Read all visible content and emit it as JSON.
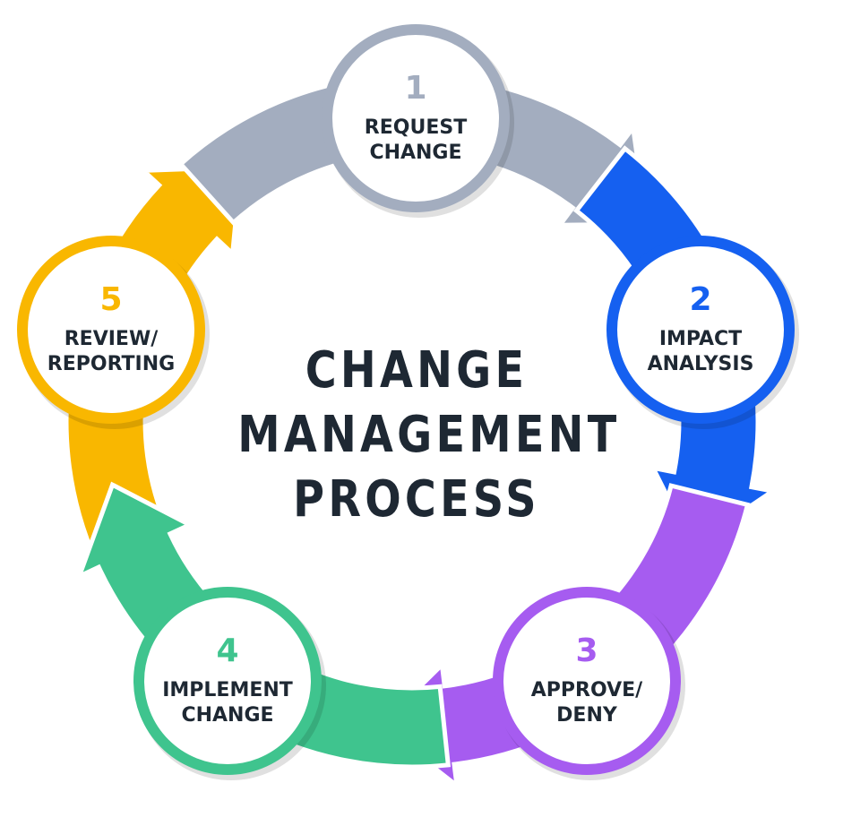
{
  "title_lines": [
    "CHANGE",
    "MANAGEMENT",
    "PROCESS"
  ],
  "steps": [
    {
      "number": "1",
      "label": "REQUEST\nCHANGE",
      "color": "#a3adbf"
    },
    {
      "number": "2",
      "label": "IMPACT\nANALYSIS",
      "color": "#1560f0"
    },
    {
      "number": "3",
      "label": "APPROVE/\nDENY",
      "color": "#a65cf0"
    },
    {
      "number": "4",
      "label": "IMPLEMENT\nCHANGE",
      "color": "#3fc48e"
    },
    {
      "number": "5",
      "label": "REVIEW/\nREPORTING",
      "color": "#f9b700"
    }
  ]
}
